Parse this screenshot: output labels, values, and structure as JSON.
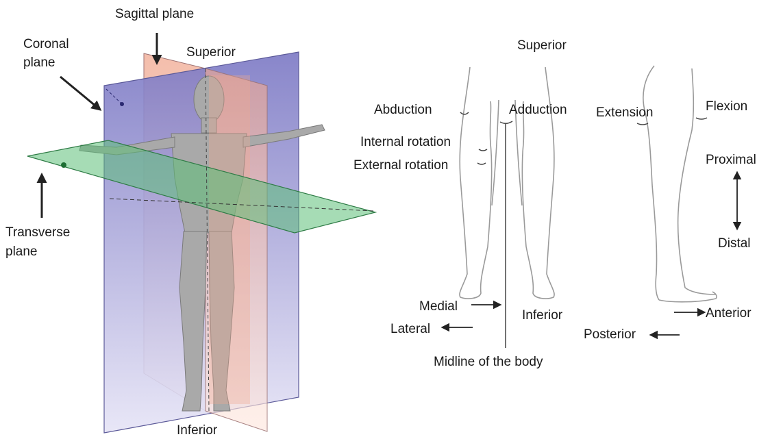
{
  "left_figure": {
    "labels": {
      "sagittal": "Sagittal plane",
      "coronal_line1": "Coronal",
      "coronal_line2": "plane",
      "transverse_line1": "Transverse",
      "transverse_line2": "plane",
      "superior": "Superior",
      "inferior": "Inferior"
    },
    "colors": {
      "coronal_plane": "#7b78c4",
      "sagittal_plane": "#f0a890",
      "transverse_plane": "#5cbf78",
      "body": "#a9a9a9"
    }
  },
  "middle_figure": {
    "labels": {
      "superior": "Superior",
      "abduction": "Abduction",
      "adduction": "Adduction",
      "internal_rotation": "Internal rotation",
      "external_rotation": "External rotation",
      "medial": "Medial",
      "lateral": "Lateral",
      "inferior": "Inferior",
      "midline": "Midline of the body"
    }
  },
  "right_figure": {
    "labels": {
      "extension": "Extension",
      "flexion": "Flexion",
      "proximal": "Proximal",
      "distal": "Distal",
      "anterior": "Anterior",
      "posterior": "Posterior"
    }
  }
}
